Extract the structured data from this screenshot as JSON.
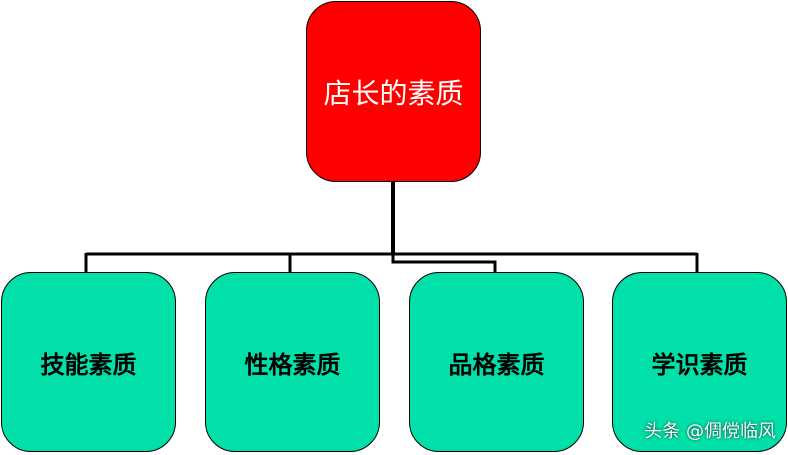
{
  "diagram": {
    "root": {
      "label": "店长的素质",
      "fill": "#ff0000",
      "text_color": "#ffffff"
    },
    "children": [
      {
        "label": "技能素质"
      },
      {
        "label": "性格素质"
      },
      {
        "label": "品格素质"
      },
      {
        "label": "学识素质"
      }
    ],
    "child_fill": "#00e0a8",
    "line_color": "#000000"
  },
  "watermark": {
    "text": "头条 @倜傥临风"
  }
}
